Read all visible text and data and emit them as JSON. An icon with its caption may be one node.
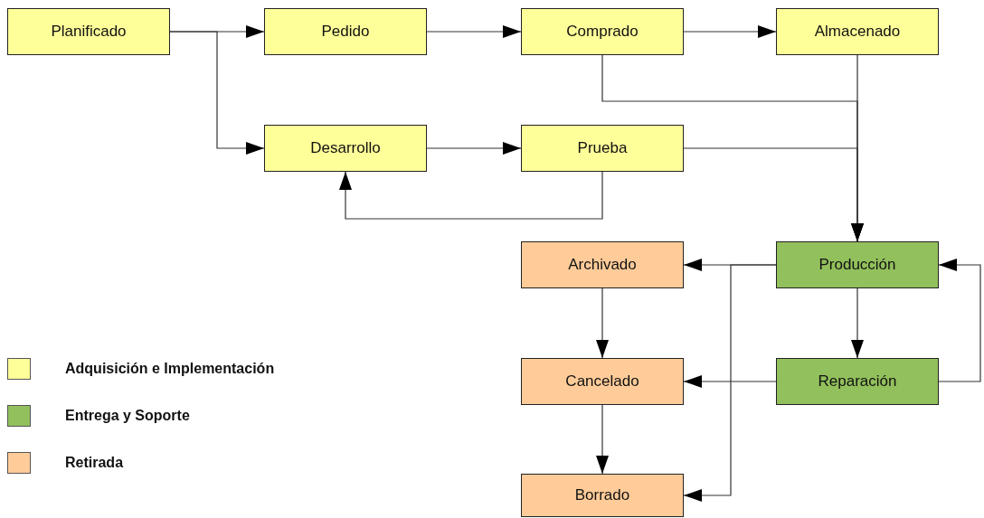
{
  "diagram": {
    "nodes": [
      {
        "text": [
          "Planificado"
        ]
      },
      {
        "text": [
          "Pedido"
        ]
      },
      {
        "text": [
          "Comprado"
        ]
      },
      {
        "text": [
          "Almacenado"
        ]
      },
      {
        "text": [
          "Desarrollo"
        ]
      },
      {
        "text": [
          "Prueba"
        ]
      },
      {
        "text": [
          "Archivado"
        ]
      },
      {
        "text": [
          "Producción"
        ]
      },
      {
        "text": [
          "Cancelado"
        ]
      },
      {
        "text": [
          "Reparación"
        ]
      },
      {
        "text": [
          "Borrado"
        ]
      }
    ],
    "edges": [
      {
        "from": 0,
        "to": 1,
        "arrow": "to"
      },
      {
        "from": 0,
        "to": 4,
        "arrow": "to"
      },
      {
        "from": 1,
        "to": 2,
        "arrow": "to"
      },
      {
        "from": 2,
        "to": 3,
        "arrow": "to"
      },
      {
        "from": 2,
        "to": 7,
        "arrow": "to"
      },
      {
        "from": 3,
        "to": 7,
        "arrow": "to"
      },
      {
        "from": 4,
        "to": 5,
        "arrow": "to"
      },
      {
        "from": 5,
        "to": 7,
        "arrow": "to"
      },
      {
        "from": 5,
        "to": 4,
        "arrow": "to"
      },
      {
        "from": 7,
        "to": 6,
        "arrow": "to"
      },
      {
        "from": 7,
        "to": 10,
        "arrow": "to"
      },
      {
        "from": 7,
        "to": 9,
        "arrow": "to"
      },
      {
        "from": 9,
        "to": 8,
        "arrow": "to"
      },
      {
        "from": 9,
        "to": 7,
        "arrow": "to"
      },
      {
        "from": 6,
        "to": 8,
        "arrow": "to"
      },
      {
        "from": 8,
        "to": 10,
        "arrow": "to"
      }
    ],
    "legend": [
      {
        "text": "Adquisición e Implementación",
        "color": "#ffff99"
      },
      {
        "text": "Entrega y Soporte",
        "color": "#92c05c"
      },
      {
        "text": "Retirada",
        "color": "#ffcc99"
      }
    ]
  }
}
